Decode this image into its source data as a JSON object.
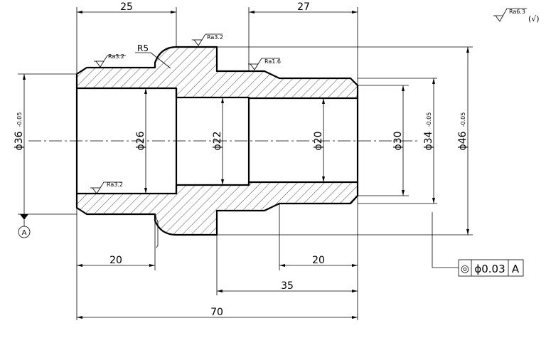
{
  "dimensions": {
    "top_left": "25",
    "top_right": "27",
    "bottom_left": "20",
    "bottom_right": "20",
    "bottom_35": "35",
    "overall": "70",
    "dia36": "ϕ36",
    "dia36_tol": "-0.05",
    "dia26": "ϕ26",
    "dia22": "ϕ22",
    "dia20": "ϕ20",
    "dia30": "ϕ30",
    "dia34": "ϕ34",
    "dia34_tol": "-0.05",
    "dia46": "ϕ46",
    "dia46_tol": "-0.05",
    "radius": "R5"
  },
  "roughness": {
    "top_left": "Ra3.2",
    "top_mid": "Ra3.2",
    "step": "Ra1.6",
    "bore": "Ra3.2",
    "general": "Ra6.3",
    "general_suffix": "(√)"
  },
  "datum": {
    "label": "A"
  },
  "tolerance_frame": {
    "symbol": "◎",
    "value": "ϕ0.03",
    "datum": "A"
  }
}
